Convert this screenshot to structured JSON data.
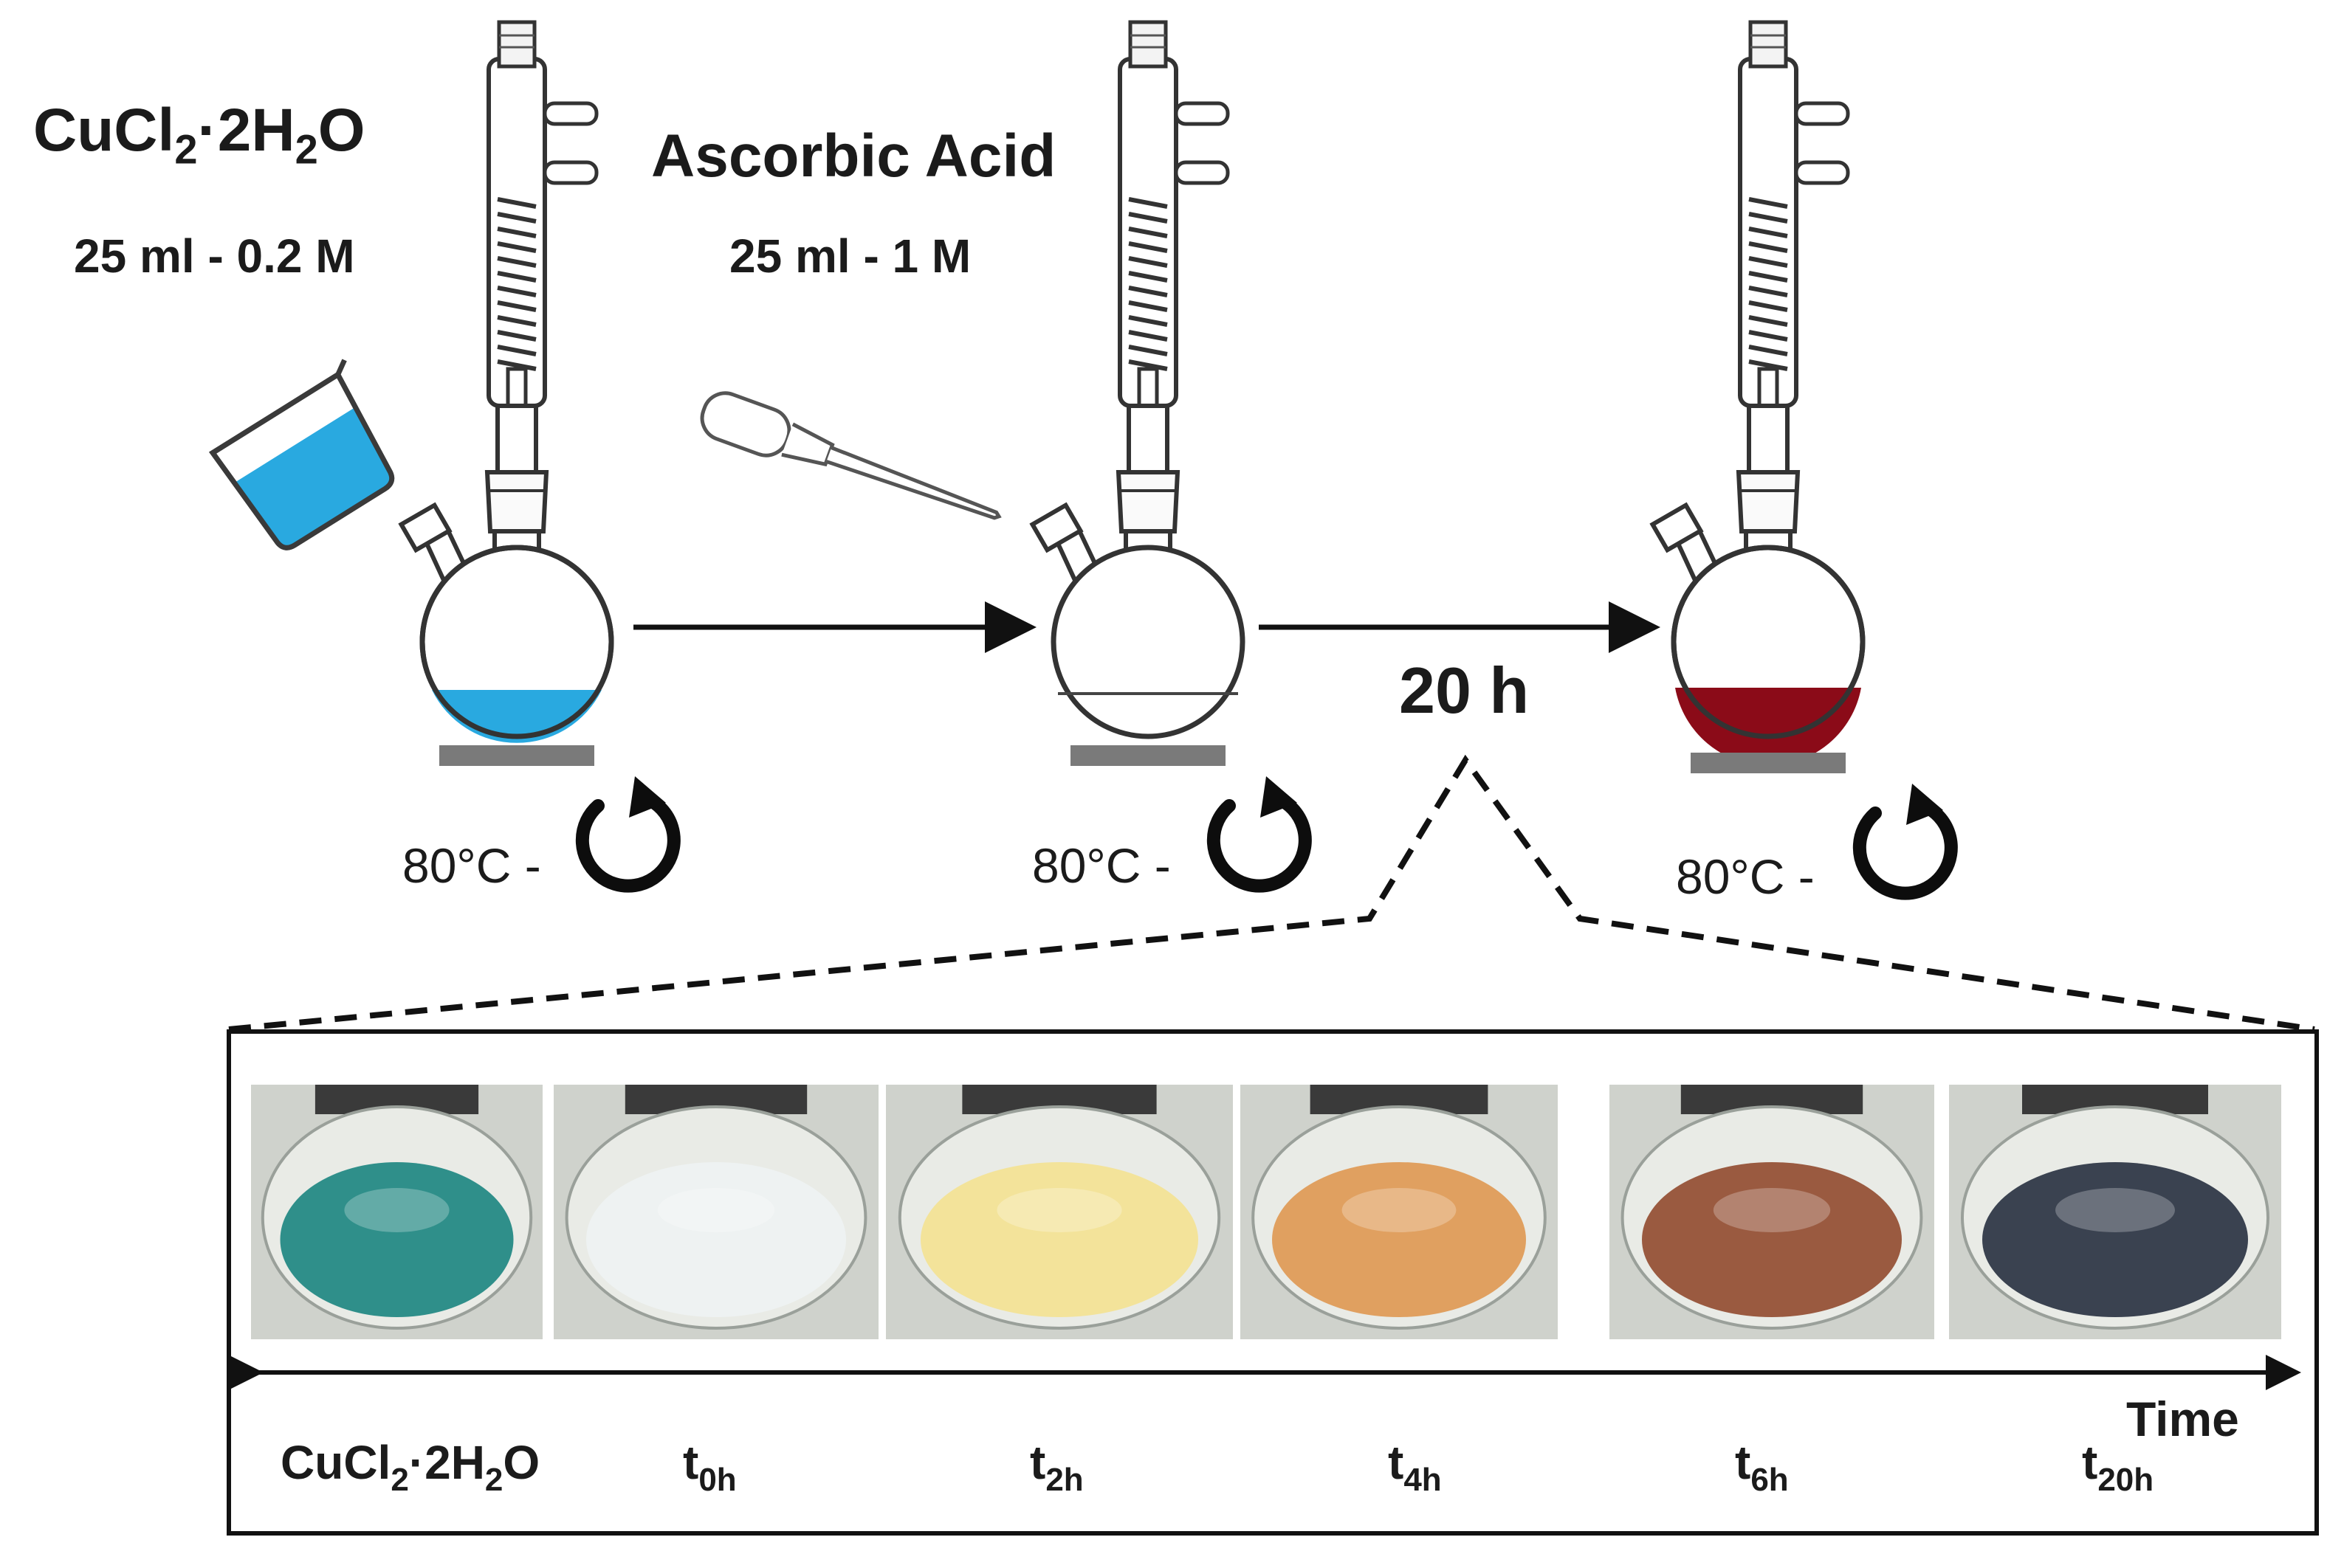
{
  "reagents": [
    {
      "name_main": "CuCl",
      "name_sub": "2",
      "name_mid": "·2H",
      "name_sub2": "2",
      "name_end": "O",
      "concentration": "25 ml - 0.2 M"
    },
    {
      "name": "Ascorbic Acid",
      "concentration": "25 ml - 1 M"
    }
  ],
  "steps": [
    {
      "temperature": "80°C -",
      "liquid_color": "#29a9e0",
      "stirring_icon": "rotate-arrow-icon"
    },
    {
      "temperature": "80°C -",
      "liquid_color": "#ffffff",
      "stirring_icon": "rotate-arrow-icon"
    },
    {
      "temperature": "80°C -",
      "liquid_color": "#8b0b18",
      "stirring_icon": "rotate-arrow-icon"
    }
  ],
  "duration": "20 h",
  "timeline": {
    "axis_label": "Time",
    "samples": [
      {
        "label_main": "CuCl",
        "label_sub": "2",
        "label_mid": "·2H",
        "label_sub2": "2",
        "label_end": "O",
        "color": "#2f8f8a"
      },
      {
        "label_main": "t",
        "label_sub": "0h",
        "color": "#eef2f2"
      },
      {
        "label_main": "t",
        "label_sub": "2h",
        "color": "#f3e39a"
      },
      {
        "label_main": "t",
        "label_sub": "4h",
        "color": "#e0a060"
      },
      {
        "label_main": "t",
        "label_sub": "6h",
        "color": "#9a5a40"
      },
      {
        "label_main": "t",
        "label_sub": "20h",
        "color": "#3a4250"
      }
    ]
  },
  "icons": [
    "beaker-icon",
    "pipette-icon",
    "reflux-flask-icon",
    "rotate-arrow-icon"
  ]
}
